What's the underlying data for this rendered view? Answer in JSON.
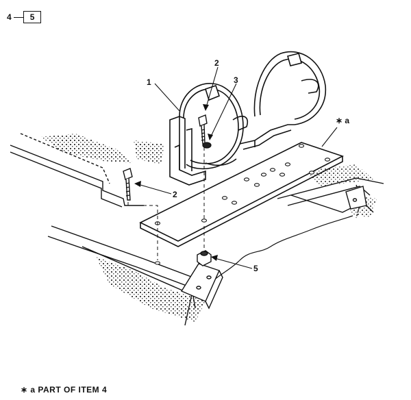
{
  "header_ref": {
    "item": "4",
    "sheet": "5"
  },
  "callouts": {
    "c1": "1",
    "c2a": "2",
    "c3": "3",
    "c2b": "2",
    "c5": "5",
    "ca": "∗ a"
  },
  "footnote": "∗ a  PART OF ITEM  4"
}
